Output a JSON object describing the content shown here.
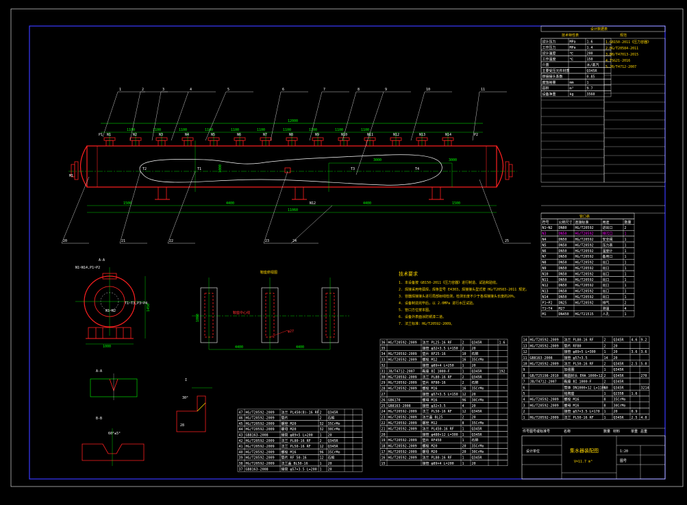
{
  "colors": {
    "background": "#000000",
    "frame": "#3a3aff",
    "vessel": "#ff2020",
    "centerline": "#00ff00",
    "dimension": "#00ff00",
    "table_line": "#ffffff",
    "table_text": "#ffffff",
    "note_text": "#ffd700",
    "leader": "#ffffff",
    "highlight": "#ff00ff"
  },
  "drawing": {
    "overall_length": "12000",
    "shell_length": "11060",
    "shell_diameter": "1000",
    "segment_4400": "4400",
    "segment_4400b": "4400",
    "nozzle_labels": [
      "N1",
      "N2",
      "N3",
      "N4",
      "N5",
      "N6",
      "N7",
      "N8",
      "N9",
      "N10",
      "N11",
      "N12",
      "N13",
      "N14"
    ],
    "top_dims": [
      "1100",
      "1100",
      "1100",
      "1100",
      "1100",
      "1100",
      "1100",
      "1100",
      "1100",
      "1100"
    ],
    "sensor_labels": [
      "T2",
      "T1",
      "T3",
      "T4",
      "N12"
    ],
    "side_labels": [
      "P1",
      "P2"
    ],
    "section_title": "A-A",
    "detail_title_1": "A-A",
    "detail_title_2": "B-B",
    "saddle_view_title": "鞍座俯视图",
    "saddle_dims": [
      "1000",
      "4400",
      "4400"
    ],
    "weld_dims": [
      "30°",
      "60°±5°"
    ]
  },
  "notes": {
    "heading": "技术要求",
    "lines": [
      "1. 本设备按 GB150-2011《压力容器》进行制造、试验和验收。",
      "2. 焊接采用电弧焊，焊条型号 E4303，焊接接头型式按 HG/T20583-2011 规定。",
      "3. 容器焊接接头进行局部射线检测，检测长度不少于各焊接接头长度的20%。",
      "4. 设备制造完毕后，以 2.0MPa 进行水压试验。",
      "5. 管口方位按本图。",
      "6. 设备外表面涂防锈漆二道。",
      "7. 法兰标准：HG/T20592-2009。"
    ]
  },
  "design_table": {
    "title": "设计数据表",
    "col1": "技术特性表",
    "col2": "规范",
    "rows": [
      {
        "name": "设计压力",
        "unit": "MPa",
        "value": "1.6"
      },
      {
        "name": "工作压力",
        "unit": "MPa",
        "value": "1.4"
      },
      {
        "name": "设计温度",
        "unit": "℃",
        "value": "200"
      },
      {
        "name": "工作温度",
        "unit": "℃",
        "value": "150"
      },
      {
        "name": "介质",
        "unit": "",
        "value": "水/蒸汽"
      },
      {
        "name": "主要受压元件材质",
        "unit": "",
        "value": "Q345R"
      },
      {
        "name": "焊接接头系数",
        "unit": "",
        "value": "0.85"
      },
      {
        "name": "腐蚀裕量",
        "unit": "mm",
        "value": "1"
      },
      {
        "name": "容积",
        "unit": "m³",
        "value": "9.7"
      },
      {
        "name": "设备净重",
        "unit": "kg",
        "value": "3560"
      }
    ]
  },
  "nozzle_table": {
    "title": "管口表",
    "headers": [
      "符号",
      "公称尺寸",
      "连接标准",
      "用途",
      "数量"
    ],
    "rows": [
      {
        "sym": "N1~N2",
        "size": "DN80",
        "std": "HG/T20592",
        "use": "进出口",
        "qty": "2"
      },
      {
        "sym": "N3",
        "size": "DN50",
        "std": "HG/T20592",
        "use": "排污口",
        "qty": "1"
      },
      {
        "sym": "N4",
        "size": "DN50",
        "std": "HG/T20592",
        "use": "安全阀",
        "qty": "1"
      },
      {
        "sym": "N5",
        "size": "DN50",
        "std": "HG/T20592",
        "use": "压力表",
        "qty": "1"
      },
      {
        "sym": "N6",
        "size": "DN50",
        "std": "HG/T20592",
        "use": "温度计",
        "qty": "1"
      },
      {
        "sym": "N7",
        "size": "DN50",
        "std": "HG/T20592",
        "use": "备用口",
        "qty": "1"
      },
      {
        "sym": "N8",
        "size": "DN50",
        "std": "HG/T20592",
        "use": "出口",
        "qty": "1"
      },
      {
        "sym": "N9",
        "size": "DN50",
        "std": "HG/T20592",
        "use": "出口",
        "qty": "1"
      },
      {
        "sym": "N10",
        "size": "DN50",
        "std": "HG/T20592",
        "use": "出口",
        "qty": "1"
      },
      {
        "sym": "N11",
        "size": "DN50",
        "std": "HG/T20592",
        "use": "出口",
        "qty": "1"
      },
      {
        "sym": "N12",
        "size": "DN50",
        "std": "HG/T20592",
        "use": "出口",
        "qty": "1"
      },
      {
        "sym": "N13",
        "size": "DN50",
        "std": "HG/T20592",
        "use": "出口",
        "qty": "1"
      },
      {
        "sym": "N14",
        "size": "DN50",
        "std": "HG/T20592",
        "use": "出口",
        "qty": "1"
      },
      {
        "sym": "P1~P2",
        "size": "DN25",
        "std": "HG/T20592",
        "use": "排气",
        "qty": "2"
      },
      {
        "sym": "T1~T4",
        "size": "M27",
        "std": "",
        "use": "测温",
        "qty": "4"
      },
      {
        "sym": "M1",
        "size": "DN450",
        "std": "HG/T21515",
        "use": "人孔",
        "qty": "1"
      }
    ]
  },
  "parts_left": {
    "headers": [
      "件号",
      "图号或标准号",
      "名称",
      "数量",
      "材料",
      "单重",
      "总重"
    ],
    "rows": [
      {
        "no": "47",
        "std": "HG/T20592-2009",
        "name": "法兰 PL450(B)-16 RF",
        "qty": "2",
        "mat": "Q345R",
        "w1": "",
        "w2": ""
      },
      {
        "no": "46",
        "std": "HG/T20592-2009",
        "name": "垫片",
        "qty": "2",
        "mat": "石棉",
        "w1": "",
        "w2": ""
      },
      {
        "no": "45",
        "std": "HG/T20592-2009",
        "name": "螺栓 M20",
        "qty": "32",
        "mat": "35CrMo",
        "w1": "",
        "w2": ""
      },
      {
        "no": "44",
        "std": "HG/T20592-2009",
        "name": "螺母 M20",
        "qty": "32",
        "mat": "30CrMo",
        "w1": "",
        "w2": ""
      },
      {
        "no": "43",
        "std": "GB8163-2008",
        "name": "接管 φ89×5 L=200",
        "qty": "1",
        "mat": "20",
        "w1": "",
        "w2": ""
      },
      {
        "no": "42",
        "std": "HG/T20592-2009",
        "name": "法兰 PL80-16 RF",
        "qty": "2",
        "mat": "Q345R",
        "w1": "",
        "w2": ""
      },
      {
        "no": "41",
        "std": "HG/T20592-2009",
        "name": "法兰 PL50-16 RF",
        "qty": "12",
        "mat": "Q345R",
        "w1": "",
        "w2": ""
      },
      {
        "no": "40",
        "std": "HG/T20592-2009",
        "name": "螺栓 M16",
        "qty": "96",
        "mat": "35CrMo",
        "w1": "",
        "w2": ""
      },
      {
        "no": "39",
        "std": "HG/T20592-2009",
        "name": "垫片 RF 50-16",
        "qty": "12",
        "mat": "石棉",
        "w1": "",
        "w2": ""
      },
      {
        "no": "38",
        "std": "HG/T20592-2009",
        "name": "法兰盖 BL50-16",
        "qty": "1",
        "mat": "20",
        "w1": "",
        "w2": ""
      },
      {
        "no": "37",
        "std": "GB8163-2008",
        "name": "接管 φ57×3.5 L=200",
        "qty": "1",
        "mat": "20",
        "w1": "",
        "w2": ""
      }
    ]
  },
  "parts_mid": {
    "rows": [
      {
        "no": "36",
        "std": "HG/T20592-2009",
        "name": "法兰 PL25-16 RF",
        "qty": "2",
        "mat": "Q345R",
        "w1": "",
        "w2": "1.6"
      },
      {
        "no": "35",
        "std": "",
        "name": "接管 φ32×3.5 L=150",
        "qty": "2",
        "mat": "20",
        "w1": "",
        "w2": ""
      },
      {
        "no": "34",
        "std": "HG/T20592-2009",
        "name": "垫片 RF25-16",
        "qty": "10",
        "mat": "石棉",
        "w1": "",
        "w2": ""
      },
      {
        "no": "33",
        "std": "HG/T20592-2009",
        "name": "螺栓 M12",
        "qty": "16",
        "mat": "35CrMo",
        "w1": "",
        "w2": ""
      },
      {
        "no": "32",
        "std": "",
        "name": "接管 φ89×4 L=250",
        "qty": "1",
        "mat": "20",
        "w1": "",
        "w2": ""
      },
      {
        "no": "31",
        "std": "JB/T4712-2007",
        "name": "鞍座 BI 1000-F",
        "qty": "1",
        "mat": "Q345R",
        "w1": "",
        "w2": "192"
      },
      {
        "no": "30",
        "std": "HG/T20592-2009",
        "name": "法兰 PL80-16 RF",
        "qty": "2",
        "mat": "Q345R",
        "w1": "",
        "w2": ""
      },
      {
        "no": "29",
        "std": "HG/T20592-2009",
        "name": "垫片 RF80-16",
        "qty": "2",
        "mat": "石棉",
        "w1": "",
        "w2": ""
      },
      {
        "no": "28",
        "std": "HG/T20592-2009",
        "name": "螺栓 M16",
        "qty": "16",
        "mat": "35CrMo",
        "w1": "",
        "w2": ""
      },
      {
        "no": "27",
        "std": "",
        "name": "接管 φ57×3.5 L=150",
        "qty": "12",
        "mat": "20",
        "w1": "",
        "w2": ""
      },
      {
        "no": "26",
        "std": "GB6170",
        "name": "螺母 M16",
        "qty": "96",
        "mat": "30CrMo",
        "w1": "",
        "w2": ""
      },
      {
        "no": "25",
        "std": "GB8163-2008",
        "name": "接管 φ32×3.5",
        "qty": "4",
        "mat": "20",
        "w1": "",
        "w2": ""
      },
      {
        "no": "24",
        "std": "HG/T20592-2009",
        "name": "法兰 PL50-16 RF",
        "qty": "12",
        "mat": "Q345R",
        "w1": "",
        "w2": ""
      },
      {
        "no": "23",
        "std": "HG/T20592-2009",
        "name": "法兰盖 BL25",
        "qty": "2",
        "mat": "20",
        "w1": "",
        "w2": ""
      },
      {
        "no": "22",
        "std": "HG/T20592-2009",
        "name": "螺栓 M12",
        "qty": "8",
        "mat": "35CrMo",
        "w1": "",
        "w2": ""
      },
      {
        "no": "21",
        "std": "HG/T20592-2009",
        "name": "法兰 PL450-16 RF",
        "qty": "1",
        "mat": "Q345R",
        "w1": "",
        "w2": ""
      },
      {
        "no": "20",
        "std": "",
        "name": "接管 φ480×12 L=300",
        "qty": "1",
        "mat": "Q345R",
        "w1": "",
        "w2": ""
      },
      {
        "no": "19",
        "std": "HG/T20592-2009",
        "name": "垫片 RF450",
        "qty": "1",
        "mat": "石棉",
        "w1": "",
        "w2": ""
      },
      {
        "no": "18",
        "std": "HG/T20592-2009",
        "name": "螺栓 M20",
        "qty": "20",
        "mat": "35CrMo",
        "w1": "",
        "w2": ""
      },
      {
        "no": "17",
        "std": "HG/T20592-2009",
        "name": "螺母 M20",
        "qty": "20",
        "mat": "30CrMo",
        "w1": "",
        "w2": ""
      },
      {
        "no": "16",
        "std": "HG/T20592-2009",
        "name": "法兰 PL80-16 RF",
        "qty": "1",
        "mat": "Q345R",
        "w1": "",
        "w2": ""
      },
      {
        "no": "15",
        "std": "",
        "name": "接管 φ89×4 L=200",
        "qty": "1",
        "mat": "20",
        "w1": "",
        "w2": ""
      }
    ]
  },
  "parts_right": {
    "rows": [
      {
        "no": "14",
        "std": "HG/T20592-2009",
        "name": "法兰 PL80-16 RF",
        "qty": "2",
        "mat": "Q345R",
        "w1": "4.6",
        "w2": "9.2"
      },
      {
        "no": "13",
        "std": "HG/T20592-2009",
        "name": "垫片 RF80",
        "qty": "2",
        "mat": "20",
        "w1": "",
        "w2": ""
      },
      {
        "no": "12",
        "std": "",
        "name": "接管 φ89×5 L=300",
        "qty": "1",
        "mat": "20",
        "w1": "3.6",
        "w2": "3.6"
      },
      {
        "no": "11",
        "std": "GB8163-2008",
        "name": "接管 φ57×3.5",
        "qty": "14",
        "mat": "20",
        "w1": "",
        "w2": ""
      },
      {
        "no": "10",
        "std": "HG/T20592-2009",
        "name": "法兰 PL50-16 RF",
        "qty": "2",
        "mat": "Q345R",
        "w1": "2.5",
        "w2": "5.0"
      },
      {
        "no": "9",
        "std": "",
        "name": "加强圈",
        "qty": "1",
        "mat": "Q345R",
        "w1": "",
        "w2": ""
      },
      {
        "no": "8",
        "std": "GB/T25198-2010",
        "name": "椭圆封头 EHA 1000×12",
        "qty": "2",
        "mat": "Q345R",
        "w1": "",
        "w2": "270"
      },
      {
        "no": "7",
        "std": "JB/T4712-2007",
        "name": "鞍座 BI 1000-F",
        "qty": "2",
        "mat": "Q345R",
        "w1": "",
        "w2": ""
      },
      {
        "no": "6",
        "std": "",
        "name": "筒体 DN1000×12 L=11060",
        "qty": "1",
        "mat": "Q345R",
        "w1": "",
        "w2": "3214"
      },
      {
        "no": "5",
        "std": "",
        "name": "铭牌座",
        "qty": "1",
        "mat": "Q235B",
        "w1": "1.6",
        "w2": ""
      },
      {
        "no": "4",
        "std": "HG/T20592-2009",
        "name": "螺栓 M16",
        "qty": "8",
        "mat": "35CrMo",
        "w1": "",
        "w2": ""
      },
      {
        "no": "3",
        "std": "HG/T20592-2009",
        "name": "螺母 M16",
        "qty": "8",
        "mat": "30CrMo",
        "w1": "",
        "w2": ""
      },
      {
        "no": "2",
        "std": "",
        "name": "接管 φ57×3.5 L=170",
        "qty": "1",
        "mat": "20",
        "w1": "0.9",
        "w2": ""
      },
      {
        "no": "1",
        "std": "HG/T20592-2009",
        "name": "法兰 PL50-16 RF",
        "qty": "1",
        "mat": "Q345R",
        "w1": "2.5",
        "w2": "4.0"
      }
    ],
    "headers": [
      "件号",
      "图号或标准号",
      "名称",
      "数量",
      "材料",
      "单重",
      "总重"
    ]
  },
  "title_block": {
    "name": "集水器装配图",
    "spec": "V=11.7 m³",
    "sheet": "图号",
    "scale": "1:20",
    "org": "设计单位"
  }
}
